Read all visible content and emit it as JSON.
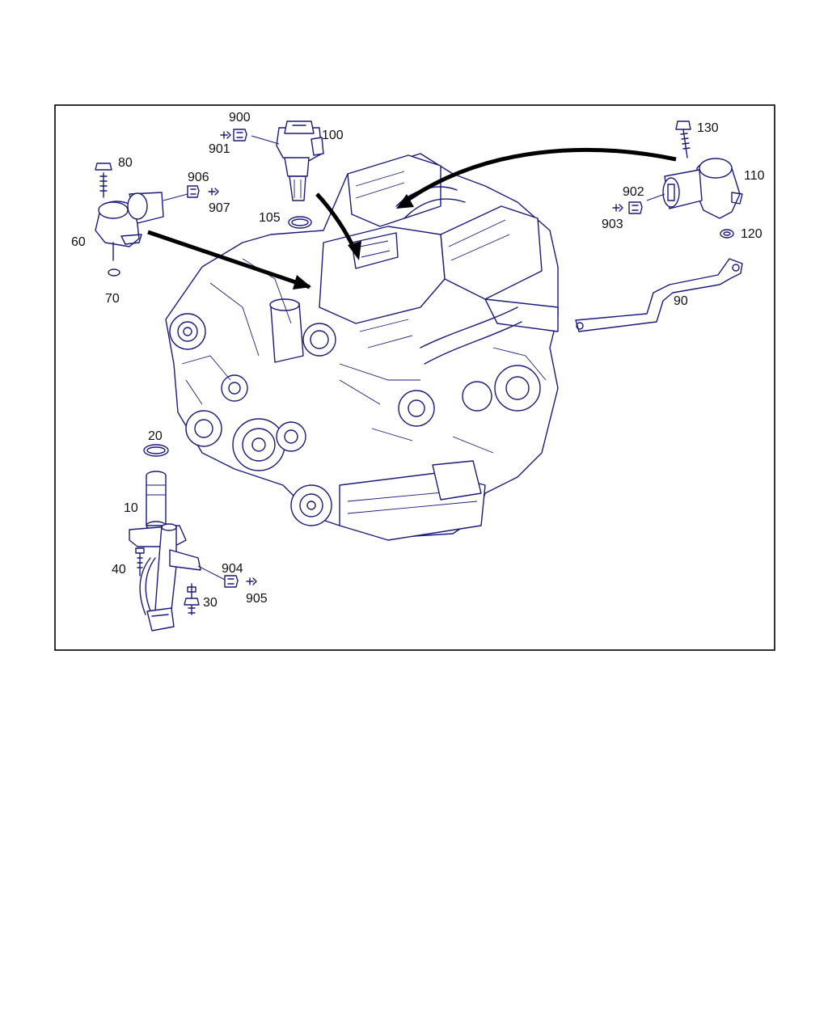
{
  "diagram": {
    "line_color": "#1a1a7a",
    "arrow_color": "#000000",
    "callouts": {
      "c10": "10",
      "c20": "20",
      "c30": "30",
      "c40": "40",
      "c60": "60",
      "c70": "70",
      "c80": "80",
      "c90": "90",
      "c100": "100",
      "c105": "105",
      "c110": "110",
      "c120": "120",
      "c130": "130",
      "c900": "900",
      "c901": "901",
      "c902": "902",
      "c903": "903",
      "c904": "904",
      "c905": "905",
      "c906": "906",
      "c907": "907"
    }
  }
}
